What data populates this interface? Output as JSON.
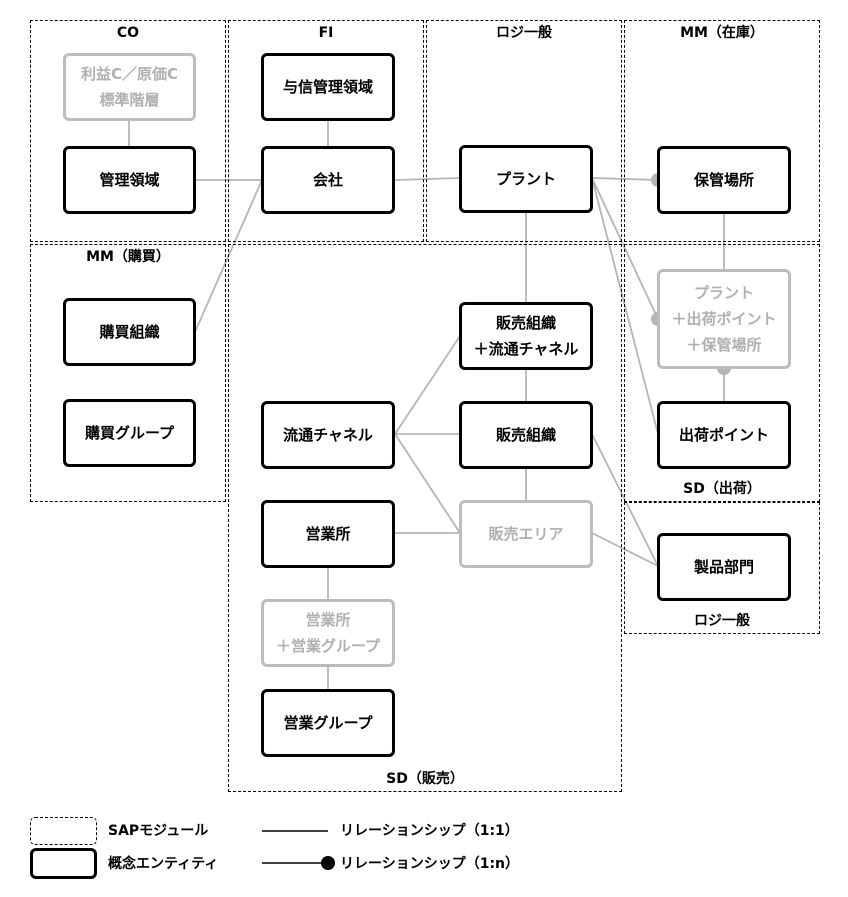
{
  "modules": [
    {
      "id": "co",
      "label": "CO",
      "label_pos": "top"
    },
    {
      "id": "fi",
      "label": "FI",
      "label_pos": "top"
    },
    {
      "id": "logi_top",
      "label": "ロジ一般",
      "label_pos": "top"
    },
    {
      "id": "mm_stock",
      "label": "MM（在庫）",
      "label_pos": "top"
    },
    {
      "id": "mm_purchase",
      "label": "MM（購買）",
      "label_pos": "top"
    },
    {
      "id": "sd_sales",
      "label": "SD（販売）",
      "label_pos": "bottom"
    },
    {
      "id": "sd_ship",
      "label": "SD（出荷）",
      "label_pos": "bottom"
    },
    {
      "id": "logi_bottom",
      "label": "ロジ一般",
      "label_pos": "bottom"
    }
  ],
  "entities": [
    {
      "id": "profit_cost",
      "lines": [
        "利益C／原価C",
        "標準階層"
      ],
      "faded": true
    },
    {
      "id": "mgmt_area",
      "lines": [
        "管理領域"
      ],
      "faded": false
    },
    {
      "id": "credit_area",
      "lines": [
        "与信管理領域"
      ],
      "faded": false
    },
    {
      "id": "company",
      "lines": [
        "会社"
      ],
      "faded": false
    },
    {
      "id": "plant",
      "lines": [
        "プラント"
      ],
      "faded": false
    },
    {
      "id": "storage",
      "lines": [
        "保管場所"
      ],
      "faded": false
    },
    {
      "id": "purchase_org",
      "lines": [
        "購買組織"
      ],
      "faded": false
    },
    {
      "id": "purchase_group",
      "lines": [
        "購買グループ"
      ],
      "faded": false
    },
    {
      "id": "sales_org_dc",
      "lines": [
        "販売組織",
        "＋流通チャネル"
      ],
      "faded": false
    },
    {
      "id": "plant_ship_storage",
      "lines": [
        "プラント",
        "＋出荷ポイント",
        "＋保管場所"
      ],
      "faded": true
    },
    {
      "id": "dist_channel",
      "lines": [
        "流通チャネル"
      ],
      "faded": false
    },
    {
      "id": "sales_org",
      "lines": [
        "販売組織"
      ],
      "faded": false
    },
    {
      "id": "ship_point",
      "lines": [
        "出荷ポイント"
      ],
      "faded": false
    },
    {
      "id": "sales_office",
      "lines": [
        "営業所"
      ],
      "faded": false
    },
    {
      "id": "sales_area",
      "lines": [
        "販売エリア"
      ],
      "faded": true
    },
    {
      "id": "division",
      "lines": [
        "製品部門"
      ],
      "faded": false
    },
    {
      "id": "office_group",
      "lines": [
        "営業所",
        "＋営業グループ"
      ],
      "faded": true
    },
    {
      "id": "sales_group",
      "lines": [
        "営業グループ"
      ],
      "faded": false
    }
  ],
  "legend": {
    "module_label": "SAPモジュール",
    "entity_label": "概念エンティティ",
    "rel_1_1_label": "リレーションシップ（1:1）",
    "rel_1_n_label": "リレーションシップ（1:n）"
  },
  "colors": {
    "line": "#b5b5b5",
    "faded": "#b0b0b0",
    "border": "#000000"
  }
}
